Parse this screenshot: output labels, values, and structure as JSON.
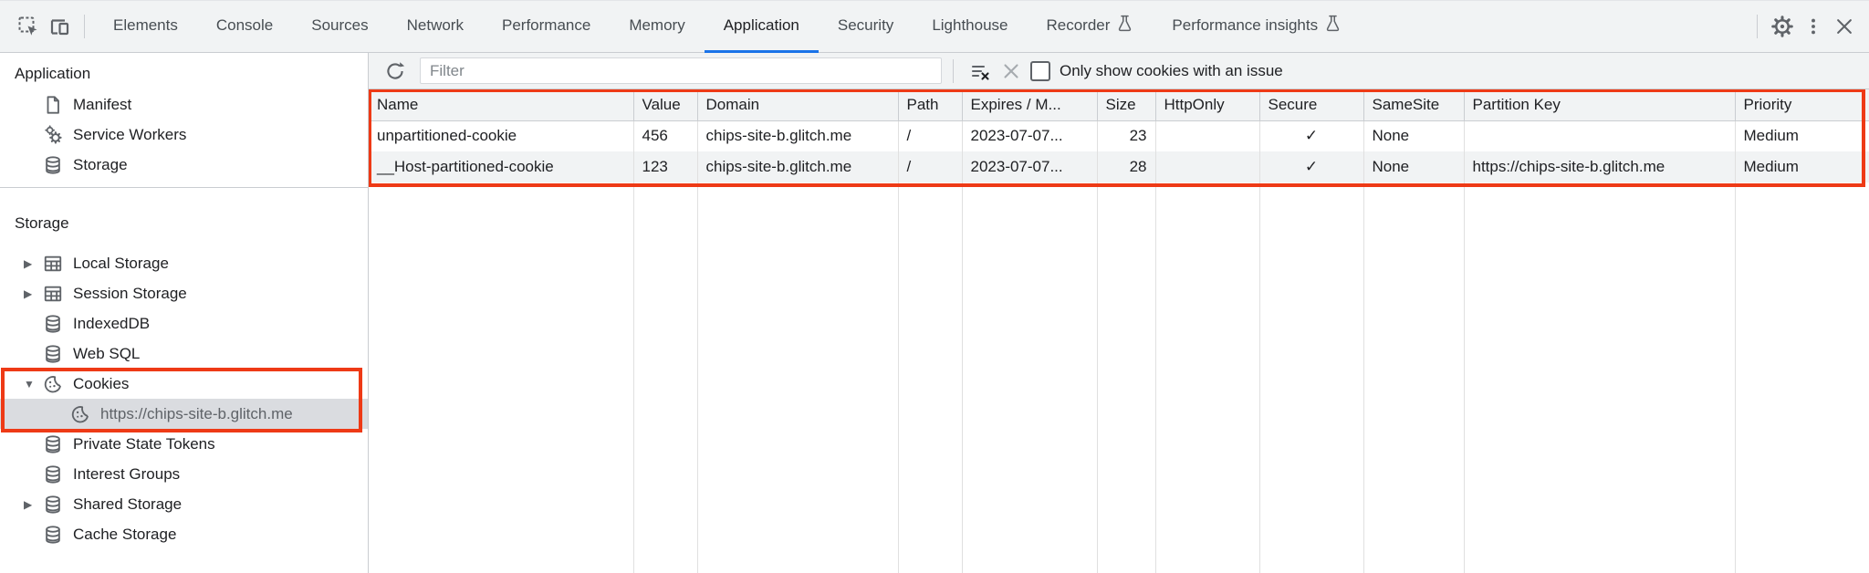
{
  "topbar": {
    "tabs": [
      {
        "label": "Elements"
      },
      {
        "label": "Console"
      },
      {
        "label": "Sources"
      },
      {
        "label": "Network"
      },
      {
        "label": "Performance"
      },
      {
        "label": "Memory"
      },
      {
        "label": "Application"
      },
      {
        "label": "Security"
      },
      {
        "label": "Lighthouse"
      },
      {
        "label": "Recorder"
      },
      {
        "label": "Performance insights"
      }
    ],
    "active_tab": "Application"
  },
  "sidebar": {
    "app_section_title": "Application",
    "app_items": [
      {
        "label": "Manifest"
      },
      {
        "label": "Service Workers"
      },
      {
        "label": "Storage"
      }
    ],
    "storage_section_title": "Storage",
    "storage_items": [
      {
        "label": "Local Storage"
      },
      {
        "label": "Session Storage"
      },
      {
        "label": "IndexedDB"
      },
      {
        "label": "Web SQL"
      },
      {
        "label": "Cookies"
      },
      {
        "label": "https://chips-site-b.glitch.me"
      },
      {
        "label": "Private State Tokens"
      },
      {
        "label": "Interest Groups"
      },
      {
        "label": "Shared Storage"
      },
      {
        "label": "Cache Storage"
      }
    ]
  },
  "filterbar": {
    "placeholder": "Filter",
    "checkbox_label": "Only show cookies with an issue"
  },
  "cookies_table": {
    "columns": [
      "Name",
      "Value",
      "Domain",
      "Path",
      "Expires / M...",
      "Size",
      "HttpOnly",
      "Secure",
      "SameSite",
      "Partition Key",
      "Priority"
    ],
    "rows": [
      {
        "name": "unpartitioned-cookie",
        "value": "456",
        "domain": "chips-site-b.glitch.me",
        "path": "/",
        "expires": "2023-07-07...",
        "size": "23",
        "http_only": "",
        "secure": "✓",
        "same_site": "None",
        "partition_key": "",
        "priority": "Medium"
      },
      {
        "name": "__Host-partitioned-cookie",
        "value": "123",
        "domain": "chips-site-b.glitch.me",
        "path": "/",
        "expires": "2023-07-07...",
        "size": "28",
        "http_only": "",
        "secure": "✓",
        "same_site": "None",
        "partition_key": "https://chips-site-b.glitch.me",
        "priority": "Medium"
      }
    ]
  },
  "icons": {
    "tree_collapsed": "▶",
    "tree_expanded": "▼"
  },
  "colors": {
    "accent_blue": "#1a73e8",
    "annotation_red": "#ee3a16",
    "selected_item_bg": "#dadce0"
  }
}
